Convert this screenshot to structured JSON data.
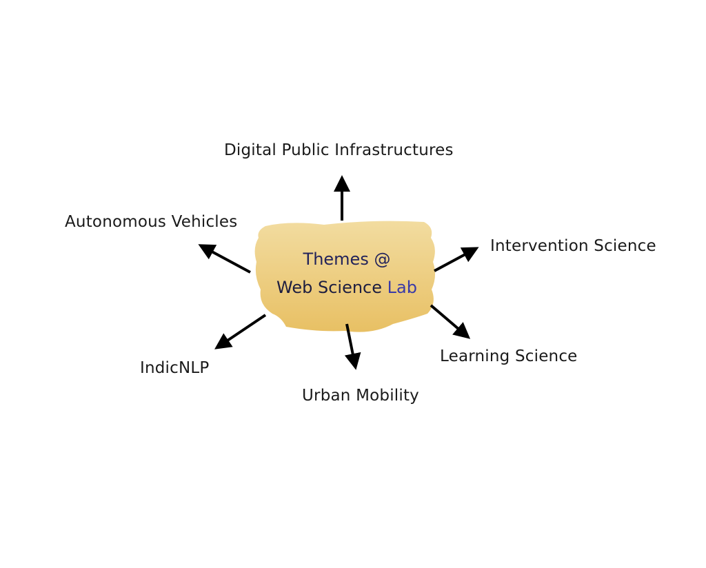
{
  "center": {
    "line1": "Themes @",
    "line2_prefix": "Web Science",
    "line2_suffix": "Lab"
  },
  "themes": [
    {
      "name": "Digital Public Infrastructures"
    },
    {
      "name": "Autonomous Vehicles"
    },
    {
      "name": "Intervention Science"
    },
    {
      "name": "Learning Science"
    },
    {
      "name": "Urban Mobility"
    },
    {
      "name": "IndicNLP"
    }
  ],
  "colors": {
    "paint": "#efd18a",
    "paint_dark": "#e6bd5e",
    "arrow": "#000000",
    "accent": "#3a3aa8"
  }
}
